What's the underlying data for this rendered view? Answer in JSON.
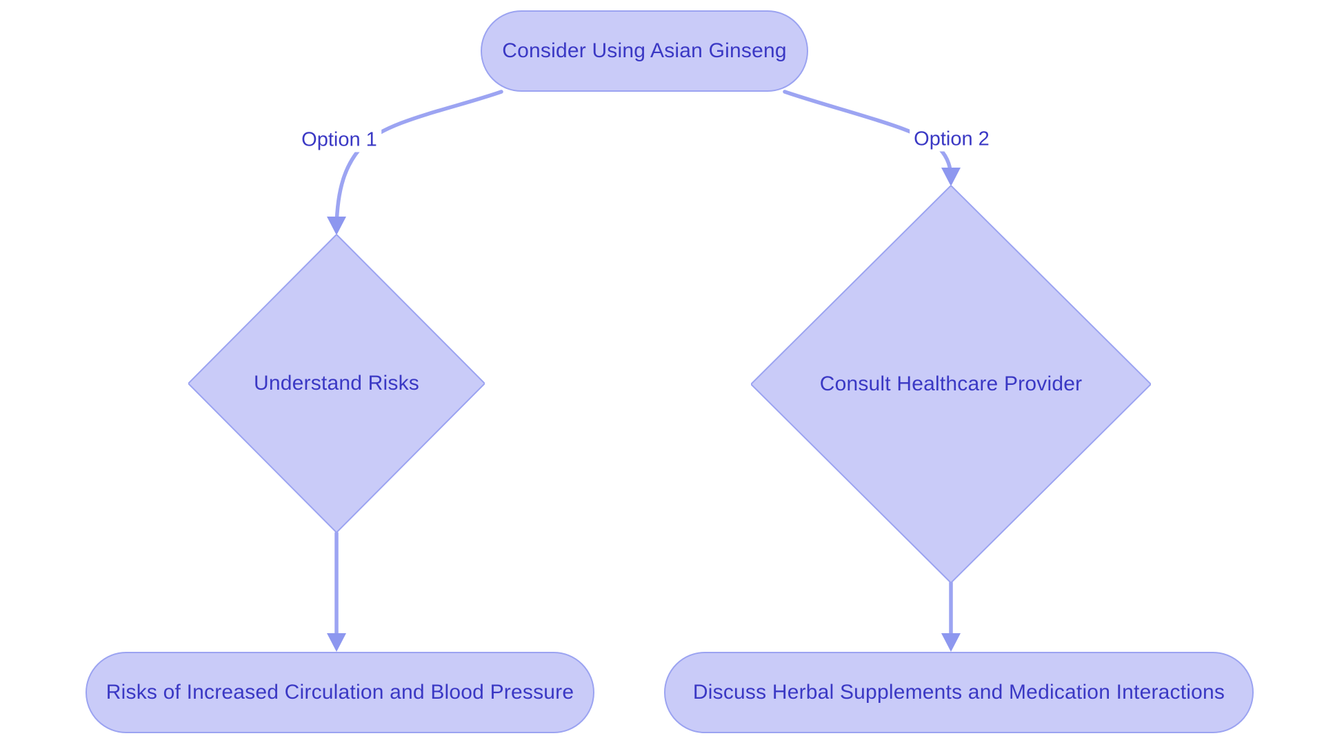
{
  "diagram": {
    "type": "flowchart",
    "colors": {
      "background": "#ffffff",
      "node_fill": "#c9cbf8",
      "node_border": "#9ba3f1",
      "node_text": "#3a38c4",
      "edge_stroke": "#9ca4f2",
      "arrowhead": "#8d97ef",
      "label_text": "#3a38c4",
      "label_bg": "#ffffff"
    },
    "nodes": [
      {
        "id": "start",
        "shape": "stadium",
        "label": "Consider Using Asian Ginseng"
      },
      {
        "id": "risks",
        "shape": "diamond",
        "label": "Understand Risks"
      },
      {
        "id": "consult",
        "shape": "diamond",
        "label": "Consult Healthcare Provider"
      },
      {
        "id": "risks-outcome",
        "shape": "stadium",
        "label": "Risks of Increased Circulation and Blood Pressure"
      },
      {
        "id": "discuss-outcome",
        "shape": "stadium",
        "label": "Discuss Herbal Supplements and Medication Interactions"
      }
    ],
    "edges": [
      {
        "from": "start",
        "to": "risks",
        "label": "Option 1"
      },
      {
        "from": "start",
        "to": "consult",
        "label": "Option 2"
      },
      {
        "from": "risks",
        "to": "risks-outcome",
        "label": ""
      },
      {
        "from": "consult",
        "to": "discuss-outcome",
        "label": ""
      }
    ]
  }
}
